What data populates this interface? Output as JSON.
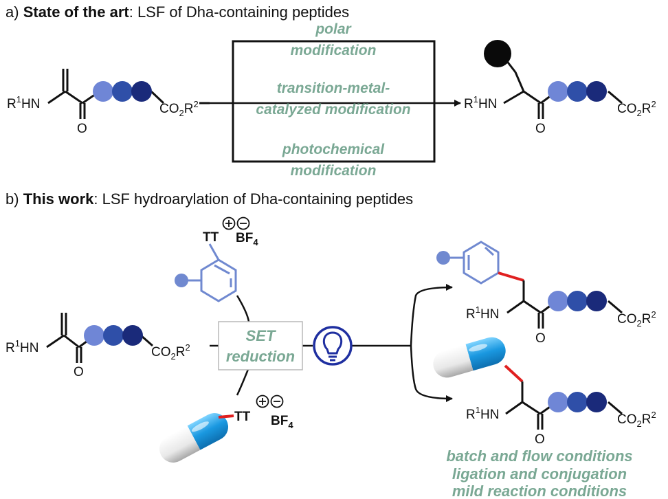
{
  "section_a": {
    "prefix": "a) ",
    "bold": "State of the art",
    "rest": ": LSF of Dha-containing peptides"
  },
  "section_b": {
    "prefix": "b) ",
    "bold": "This work",
    "rest": ": LSF hydroarylation of Dha-containing peptides"
  },
  "box_a": {
    "line1": "polar",
    "line2": "modification",
    "line3": "transition-metal-",
    "line4": "catalyzed modification",
    "line5": "photochemical",
    "line6": "modification"
  },
  "set_box": {
    "line1": "SET",
    "line2": "reduction"
  },
  "labels": {
    "amine": "R",
    "amine_sup": "1",
    "amine_tail": "HN",
    "oxygen": "O",
    "ester_main": "CO",
    "ester_sub": "2",
    "ester_r": "R",
    "ester_sup": "2",
    "tt": "TT",
    "bf": "BF",
    "bf_sub": "4"
  },
  "conditions": [
    "batch and flow conditions",
    "ligation and conjugation",
    "mild reaction conditions"
  ],
  "colors": {
    "bead_light": "#6f86d6",
    "bead_mid": "#2f4fa8",
    "bead_dark": "#1a2a7a",
    "aryl": "#7089d0",
    "accent_text": "#7aa894",
    "new_bond": "#e02020",
    "bulb": "#1f2fa0"
  }
}
